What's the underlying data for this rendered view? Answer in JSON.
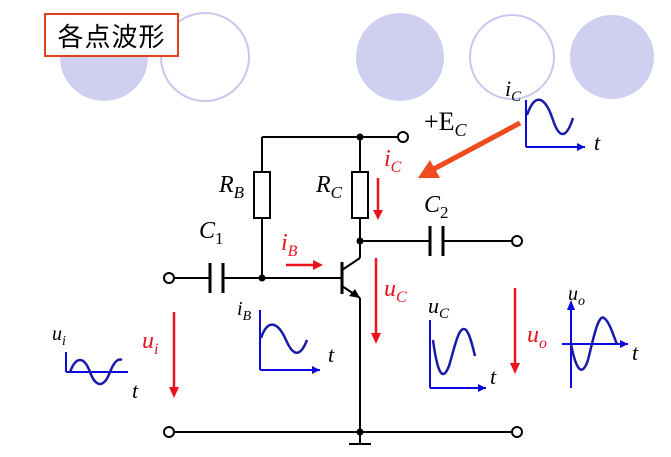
{
  "title": "各点波形",
  "colors": {
    "wire": "#000000",
    "current_arrow": "#e8131c",
    "waveform": "#1a1aa8",
    "axis": "#0a0ae0",
    "pointer_arrow": "#f04a1f",
    "title_border": "#e0401a",
    "decor_circle_fill": "#cfcff0",
    "decor_circle_stroke": "#c8c8ec"
  },
  "labels": {
    "supply": {
      "main": "+E",
      "sub": "C"
    },
    "rb": {
      "main": "R",
      "sub": "B"
    },
    "rc": {
      "main": "R",
      "sub": "C"
    },
    "c1": {
      "main": "C",
      "sub": "1"
    },
    "c2": {
      "main": "C",
      "sub": "2"
    },
    "ib_arrow": {
      "main": "i",
      "sub": "B"
    },
    "ic_arrow": {
      "main": "i",
      "sub": "C"
    },
    "uc_arrow": {
      "main": "u",
      "sub": "C"
    },
    "ui_arrow": {
      "main": "u",
      "sub": "i"
    },
    "uo_arrow": {
      "main": "u",
      "sub": "o"
    }
  },
  "waveforms": {
    "ic": {
      "ylabel_main": "i",
      "ylabel_sub": "C",
      "xlabel": "t"
    },
    "ib": {
      "ylabel_main": "i",
      "ylabel_sub": "B",
      "xlabel": "t"
    },
    "uc": {
      "ylabel_main": "u",
      "ylabel_sub": "C",
      "xlabel": "t"
    },
    "uo": {
      "ylabel_main": "u",
      "ylabel_sub": "o",
      "xlabel": "t"
    },
    "ui": {
      "ylabel_main": "u",
      "ylabel_sub": "i",
      "xlabel": "t"
    }
  }
}
